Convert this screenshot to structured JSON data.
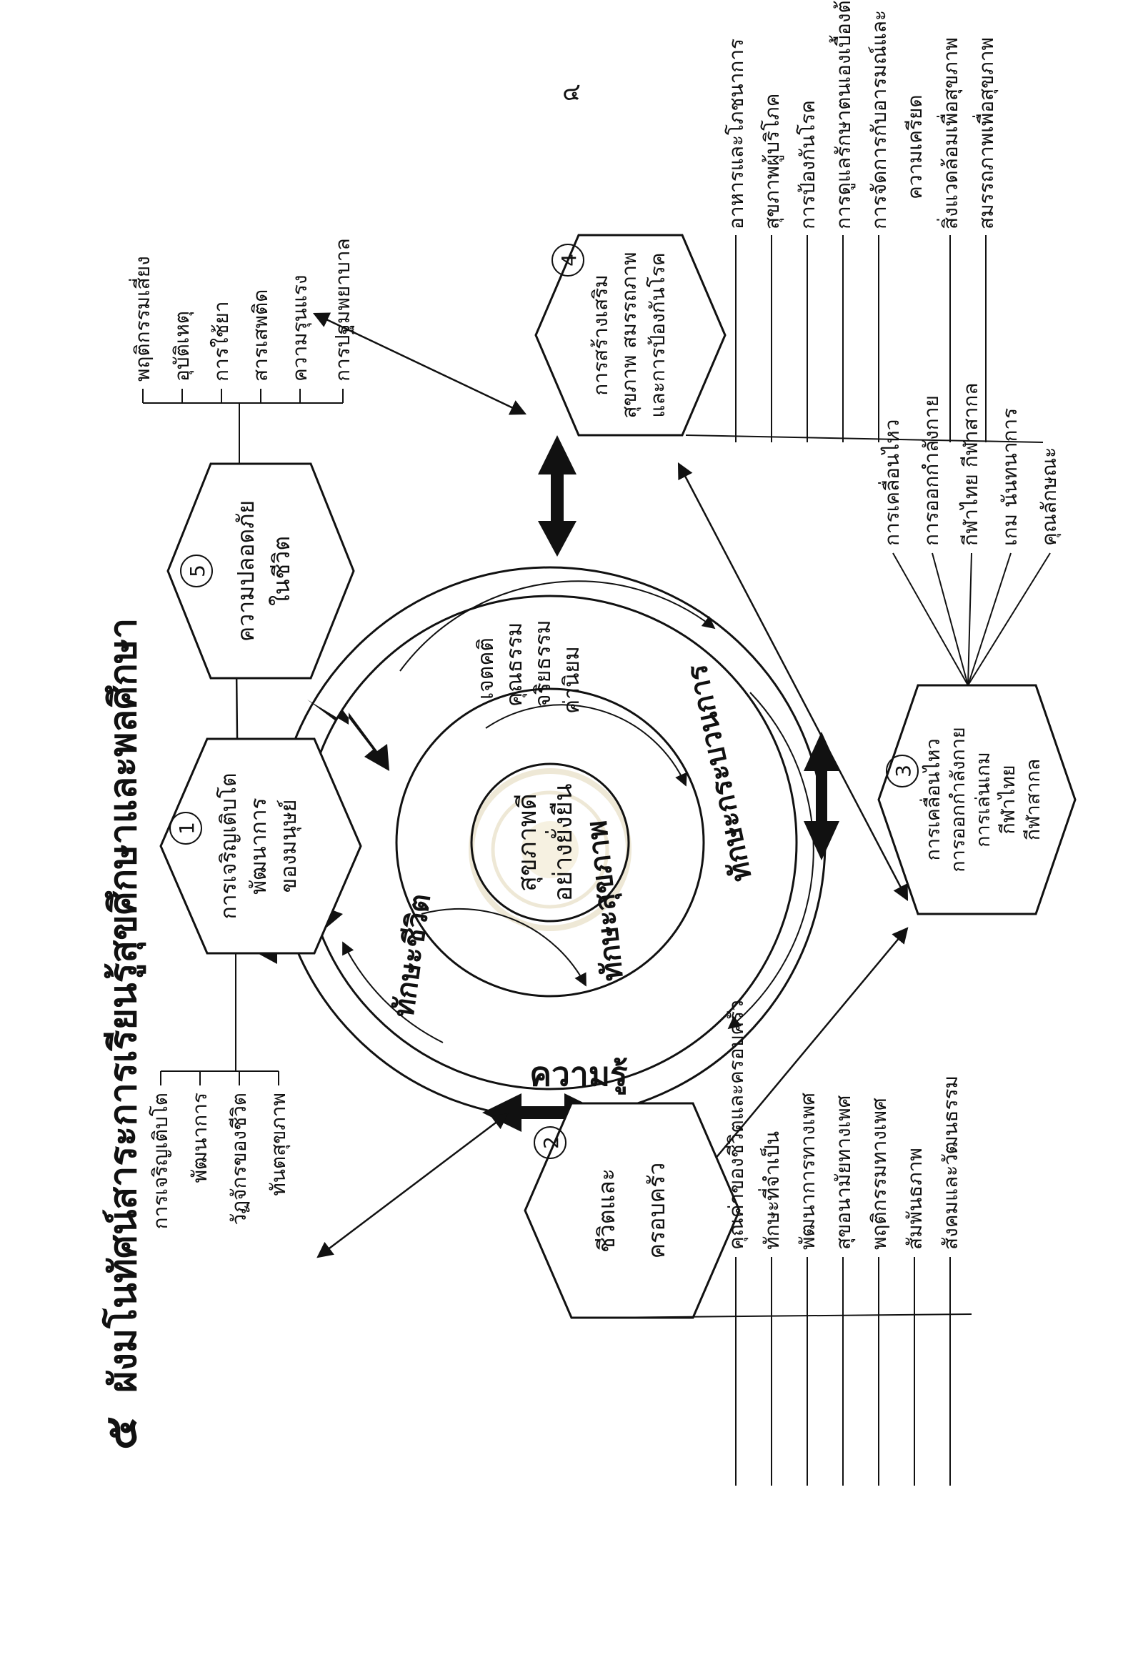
{
  "page_number": "๔",
  "title": {
    "number": "๕",
    "text": "ผังมโนทัศน์สาระการเรียนรู้สุขศึกษาและพลศึกษา"
  },
  "center": {
    "outer_ring": "ความรู้",
    "left_ring": "ทักษะชีวิต",
    "middle_ring": "ทักษะสุขภาพ",
    "bottom_ring": "ทักษะกระบวนการ",
    "core": [
      "สุขภาพดี",
      "อย่างยั่งยืน"
    ],
    "values": [
      "เจตคติ",
      "คุณธรรม",
      "จริยธรรม",
      "ค่านิยม"
    ]
  },
  "nodes": [
    {
      "id": "growth",
      "num": "1",
      "lines": [
        "การเจริญเติบโต",
        "พัฒนาการ",
        "ของมนุษย์"
      ],
      "items": [
        "การเจริญเติบโต",
        "พัฒนาการ",
        "วัฏจักรของชีวิต",
        "ทันตสุขภาพ"
      ]
    },
    {
      "id": "family",
      "num": "2",
      "lines": [
        "ชีวิตและ",
        "ครอบครัว"
      ],
      "items": [
        "คุณค่าของชีวิตและครอบครัว",
        "ทักษะที่จำเป็น",
        "พัฒนาการทางเพศ",
        "สุขอนามัยทางเพศ",
        "พฤติกรรมทางเพศ",
        "สัมพันธภาพ",
        "สังคมและวัฒนธรรม"
      ]
    },
    {
      "id": "movement",
      "num": "3",
      "lines": [
        "การเคลื่อนไหว",
        "การออกกำลังกาย",
        "การเล่นเกม",
        "กีฬาไทย",
        "กีฬาสากล"
      ],
      "items": [
        "การเคลื่อนไหว",
        "การออกกำลังกาย",
        "กีฬาไทย  กีฬาสากล",
        "เกม  นันทนาการ",
        "คุณลักษณะ"
      ]
    },
    {
      "id": "health",
      "num": "4",
      "lines": [
        "การสร้างเสริม",
        "สุขภาพ สมรรถภาพ",
        "และการป้องกันโรค"
      ],
      "items": [
        "อาหารและโภชนาการ",
        "สุขภาพผู้บริโภค",
        "การป้องกันโรค",
        "การดูแลรักษาตนเองเบื้องต้น",
        "การจัดการกับอารมณ์และ",
        "ความเครียด",
        "สิ่งแวดล้อมเพื่อสุขภาพ",
        "สมรรถภาพเพื่อสุขภาพ"
      ]
    },
    {
      "id": "safety",
      "num": "5",
      "lines": [
        "ความปลอดภัย",
        "ในชีวิต"
      ],
      "items": [
        "พฤติกรรมเสี่ยง",
        "อุบัติเหตุ",
        "การใช้ยา",
        "สารเสพติด",
        "ความรุนแรง",
        "การปฐมพยาบาล"
      ]
    }
  ]
}
